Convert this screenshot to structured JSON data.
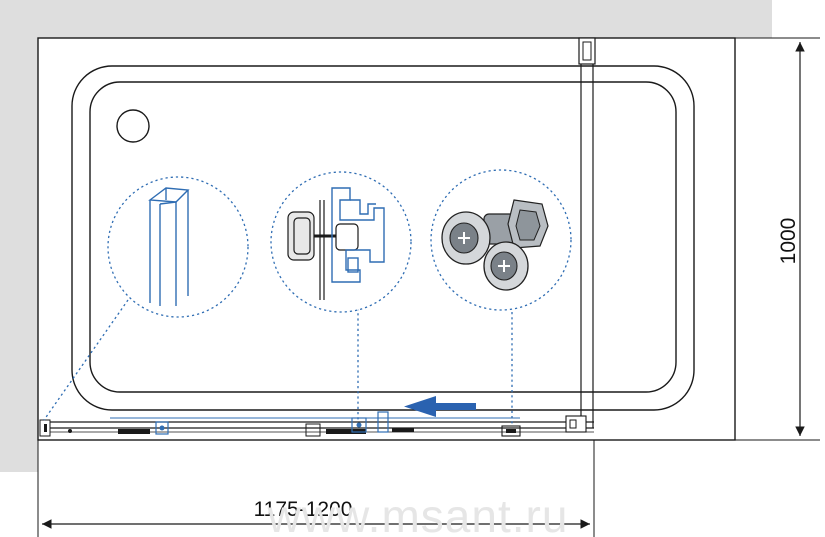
{
  "dimensions": {
    "width_label": "1175-1200",
    "height_label": "1000"
  },
  "watermark": "www.msant.ru",
  "colors": {
    "wall": "#dedede",
    "outline": "#1a1a1a",
    "detail_blue": "#2f6db3",
    "arrow_blue": "#2a62b0"
  },
  "callouts": [
    {
      "name": "profile-detail"
    },
    {
      "name": "slider-rail-detail"
    },
    {
      "name": "roller-wheel-detail"
    }
  ]
}
